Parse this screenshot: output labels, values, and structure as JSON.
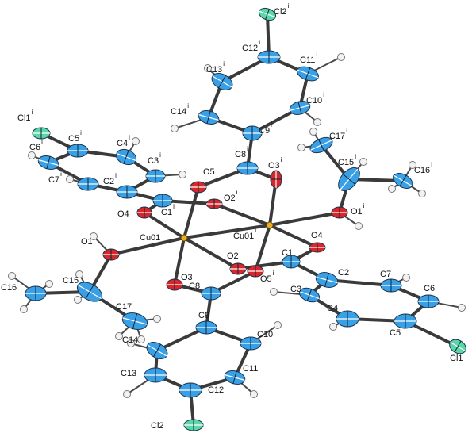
{
  "colors": {
    "carbon": "#3aa0e6",
    "oxygen": "#d8262a",
    "copper": "#e8b020",
    "chlorine": "#5ad6a8",
    "hydrogen": "#f2f2f2",
    "bond": "#3a3a3a"
  },
  "superscript": "i",
  "atoms": [
    {
      "label": "Cl2",
      "type": "chlorine",
      "sym": true
    },
    {
      "label": "C12",
      "type": "carbon",
      "sym": true
    },
    {
      "label": "C13",
      "type": "carbon",
      "sym": true
    },
    {
      "label": "C11",
      "type": "carbon",
      "sym": true
    },
    {
      "label": "C14",
      "type": "carbon",
      "sym": true
    },
    {
      "label": "C10",
      "type": "carbon",
      "sym": true
    },
    {
      "label": "C9",
      "type": "carbon",
      "sym": true
    },
    {
      "label": "Cl1",
      "type": "chlorine",
      "sym": true
    },
    {
      "label": "C5",
      "type": "carbon",
      "sym": true
    },
    {
      "label": "C4",
      "type": "carbon",
      "sym": true
    },
    {
      "label": "C6",
      "type": "carbon",
      "sym": true
    },
    {
      "label": "C3",
      "type": "carbon",
      "sym": true
    },
    {
      "label": "C7",
      "type": "carbon",
      "sym": true
    },
    {
      "label": "C2",
      "type": "carbon",
      "sym": true
    },
    {
      "label": "C8",
      "type": "carbon",
      "sym": true
    },
    {
      "label": "O3",
      "type": "oxygen",
      "sym": true
    },
    {
      "label": "O5",
      "type": "oxygen",
      "sym": false
    },
    {
      "label": "O2",
      "type": "oxygen",
      "sym": true
    },
    {
      "label": "C1",
      "type": "carbon",
      "sym": true
    },
    {
      "label": "O4",
      "type": "oxygen",
      "sym": false
    },
    {
      "label": "C17",
      "type": "carbon",
      "sym": true
    },
    {
      "label": "C15",
      "type": "carbon",
      "sym": true
    },
    {
      "label": "C16",
      "type": "carbon",
      "sym": true
    },
    {
      "label": "O1",
      "type": "oxygen",
      "sym": true
    },
    {
      "label": "Cu01",
      "type": "copper",
      "sym": false
    },
    {
      "label": "Cu01",
      "type": "copper",
      "sym": true
    },
    {
      "label": "O4",
      "type": "oxygen",
      "sym": true
    },
    {
      "label": "O1",
      "type": "oxygen",
      "sym": false
    },
    {
      "label": "O2",
      "type": "oxygen",
      "sym": false
    },
    {
      "label": "C1",
      "type": "carbon",
      "sym": false
    },
    {
      "label": "O5",
      "type": "oxygen",
      "sym": true
    },
    {
      "label": "C16",
      "type": "carbon",
      "sym": false
    },
    {
      "label": "C15",
      "type": "carbon",
      "sym": false
    },
    {
      "label": "O3",
      "type": "oxygen",
      "sym": false
    },
    {
      "label": "C8",
      "type": "carbon",
      "sym": false
    },
    {
      "label": "C2",
      "type": "carbon",
      "sym": false
    },
    {
      "label": "C7",
      "type": "carbon",
      "sym": false
    },
    {
      "label": "C3",
      "type": "carbon",
      "sym": false
    },
    {
      "label": "C6",
      "type": "carbon",
      "sym": false
    },
    {
      "label": "C4",
      "type": "carbon",
      "sym": false
    },
    {
      "label": "C5",
      "type": "carbon",
      "sym": false
    },
    {
      "label": "C17",
      "type": "carbon",
      "sym": false
    },
    {
      "label": "C9",
      "type": "carbon",
      "sym": false
    },
    {
      "label": "C14",
      "type": "carbon",
      "sym": false
    },
    {
      "label": "C10",
      "type": "carbon",
      "sym": false
    },
    {
      "label": "C13",
      "type": "carbon",
      "sym": false
    },
    {
      "label": "C11",
      "type": "carbon",
      "sym": false
    },
    {
      "label": "C12",
      "type": "carbon",
      "sym": false
    },
    {
      "label": "Cl1",
      "type": "chlorine",
      "sym": false
    },
    {
      "label": "Cl2",
      "type": "chlorine",
      "sym": false
    }
  ]
}
